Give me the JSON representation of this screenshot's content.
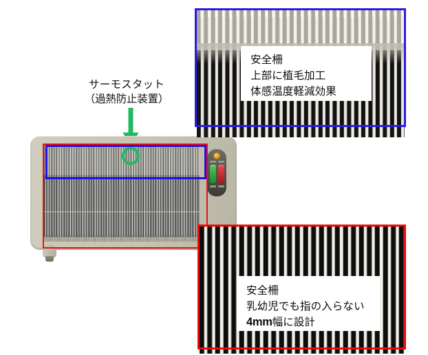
{
  "figure": {
    "title_text": "",
    "colors": {
      "annotation_blue": "#2a1ae6",
      "annotation_red": "#f00909",
      "marker_green": "#21ba60",
      "heater_body": "#c9c5b5",
      "indicator_lamp": "#f5a623",
      "button_green": "#3aa83a",
      "button_red": "#c8232a",
      "text": "#0c0c0c",
      "background": "#ffffff"
    }
  },
  "thermostat_annotation": {
    "line1": "サーモスタット",
    "line2": "（過熱防止装置）",
    "arrow": "down-arrow-green",
    "marker": "circle-green"
  },
  "callout_top": {
    "border_color": "#2a1ae6",
    "caption_line1": "安全柵",
    "caption_line2": "上部に植毛加工",
    "caption_line3": "体感温度軽減効果"
  },
  "callout_bottom": {
    "border_color": "#f00909",
    "caption_line1": "安全柵",
    "caption_line2": "乳幼児でも指の入らない",
    "caption_line3_value": "4mm",
    "caption_line3_rest": "幅に設計"
  },
  "heater": {
    "product_label": "",
    "control_panel": {
      "indicator_label": "power-indicator",
      "button_green_label": "",
      "button_red_label": ""
    }
  }
}
